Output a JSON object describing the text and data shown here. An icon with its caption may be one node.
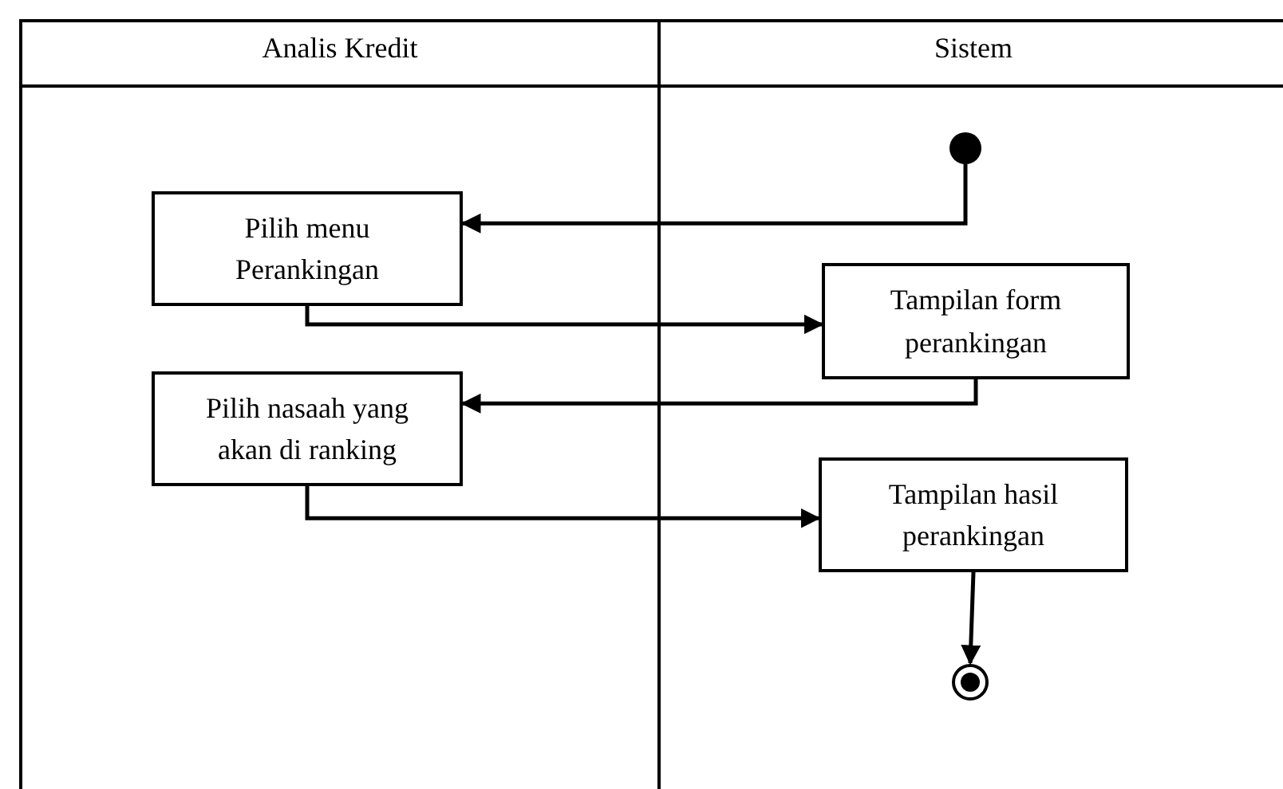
{
  "diagram": {
    "nodes": [
      {
        "text": [
          "Analis Kredit"
        ]
      },
      {
        "text": [
          "Sistem"
        ]
      },
      {
        "text": [],
        "shape": "circle",
        "in": 1
      },
      {
        "text": [
          "Pilih menu Perankingan"
        ],
        "in": 0
      },
      {
        "text": [
          "Tampilan form perankingan"
        ],
        "in": 1
      },
      {
        "text": [
          "Pilih nasaah yang akan di ranking"
        ],
        "in": 0
      },
      {
        "text": [
          "Tampilan hasil perankingan"
        ],
        "in": 1
      },
      {
        "text": [],
        "shape": "circle",
        "in": 1
      }
    ],
    "edges": [
      {
        "from": 2,
        "to": 3,
        "arrow": "to"
      },
      {
        "from": 3,
        "to": 4,
        "arrow": "to"
      },
      {
        "from": 4,
        "to": 5,
        "arrow": "to"
      },
      {
        "from": 5,
        "to": 6,
        "arrow": "to"
      },
      {
        "from": 6,
        "to": 7,
        "arrow": "to"
      }
    ]
  }
}
